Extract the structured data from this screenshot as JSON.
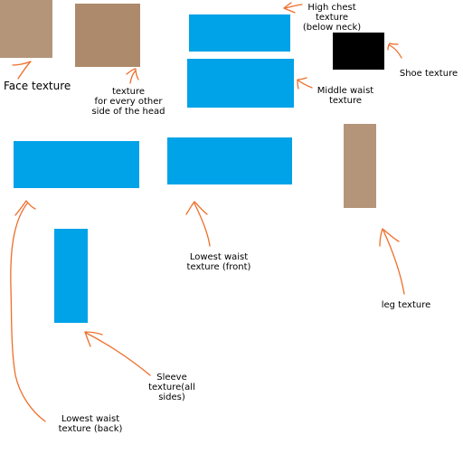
{
  "colors": {
    "skin": "#b5957a",
    "skin_dark": "#ae8a6c",
    "shirt": "#00a2e8",
    "shoe": "#000000",
    "arrow": "#ee6e2a"
  },
  "labels": {
    "face": "Face texture",
    "head_sides": "texture\nfor every other\nside of the head",
    "high_chest": "High chest\ntexture\n(below neck)",
    "shoe": "Shoe texture",
    "middle_waist": "Middle waist\ntexture",
    "lowest_waist_front": "Lowest waist\ntexture (front)",
    "leg": "leg texture",
    "sleeve": "Sleeve\ntexture(all\nsides)",
    "lowest_waist_back": "Lowest waist\ntexture (back)"
  }
}
